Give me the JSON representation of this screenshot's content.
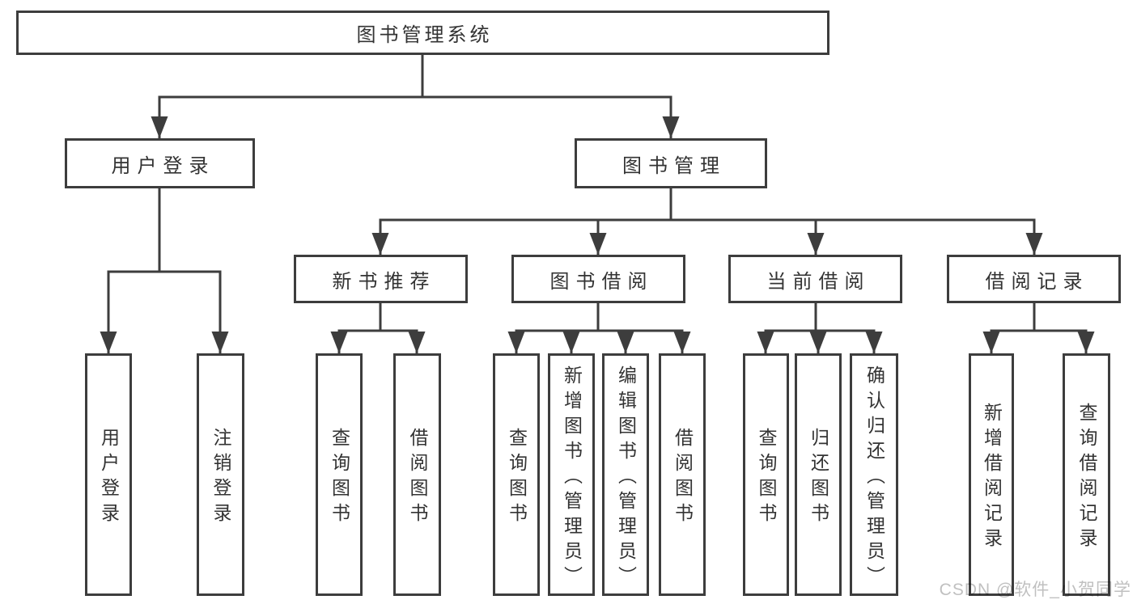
{
  "diagram": {
    "title": "图书管理系统",
    "branches": [
      {
        "label": "用户登录",
        "leaves": [
          "用户登录",
          "注销登录"
        ]
      },
      {
        "label": "图书管理",
        "groups": [
          {
            "label": "新书推荐",
            "leaves": [
              "查询图书",
              "借阅图书"
            ]
          },
          {
            "label": "图书借阅",
            "leaves": [
              "查询图书",
              "新增图书（管理员）",
              "编辑图书（管理员）",
              "借阅图书"
            ]
          },
          {
            "label": "当前借阅",
            "leaves": [
              "查询图书",
              "归还图书",
              "确认归还（管理员）"
            ]
          },
          {
            "label": "借阅记录",
            "leaves": [
              "新增借阅记录",
              "查询借阅记录"
            ]
          }
        ]
      }
    ]
  },
  "watermark": {
    "text": "CSDN @软件_小贺同学"
  },
  "colors": {
    "line": "#3d3d3d",
    "border": "#3d3d3d",
    "text": "#333333",
    "watermark": "#c0c0c0",
    "background": "#ffffff"
  }
}
